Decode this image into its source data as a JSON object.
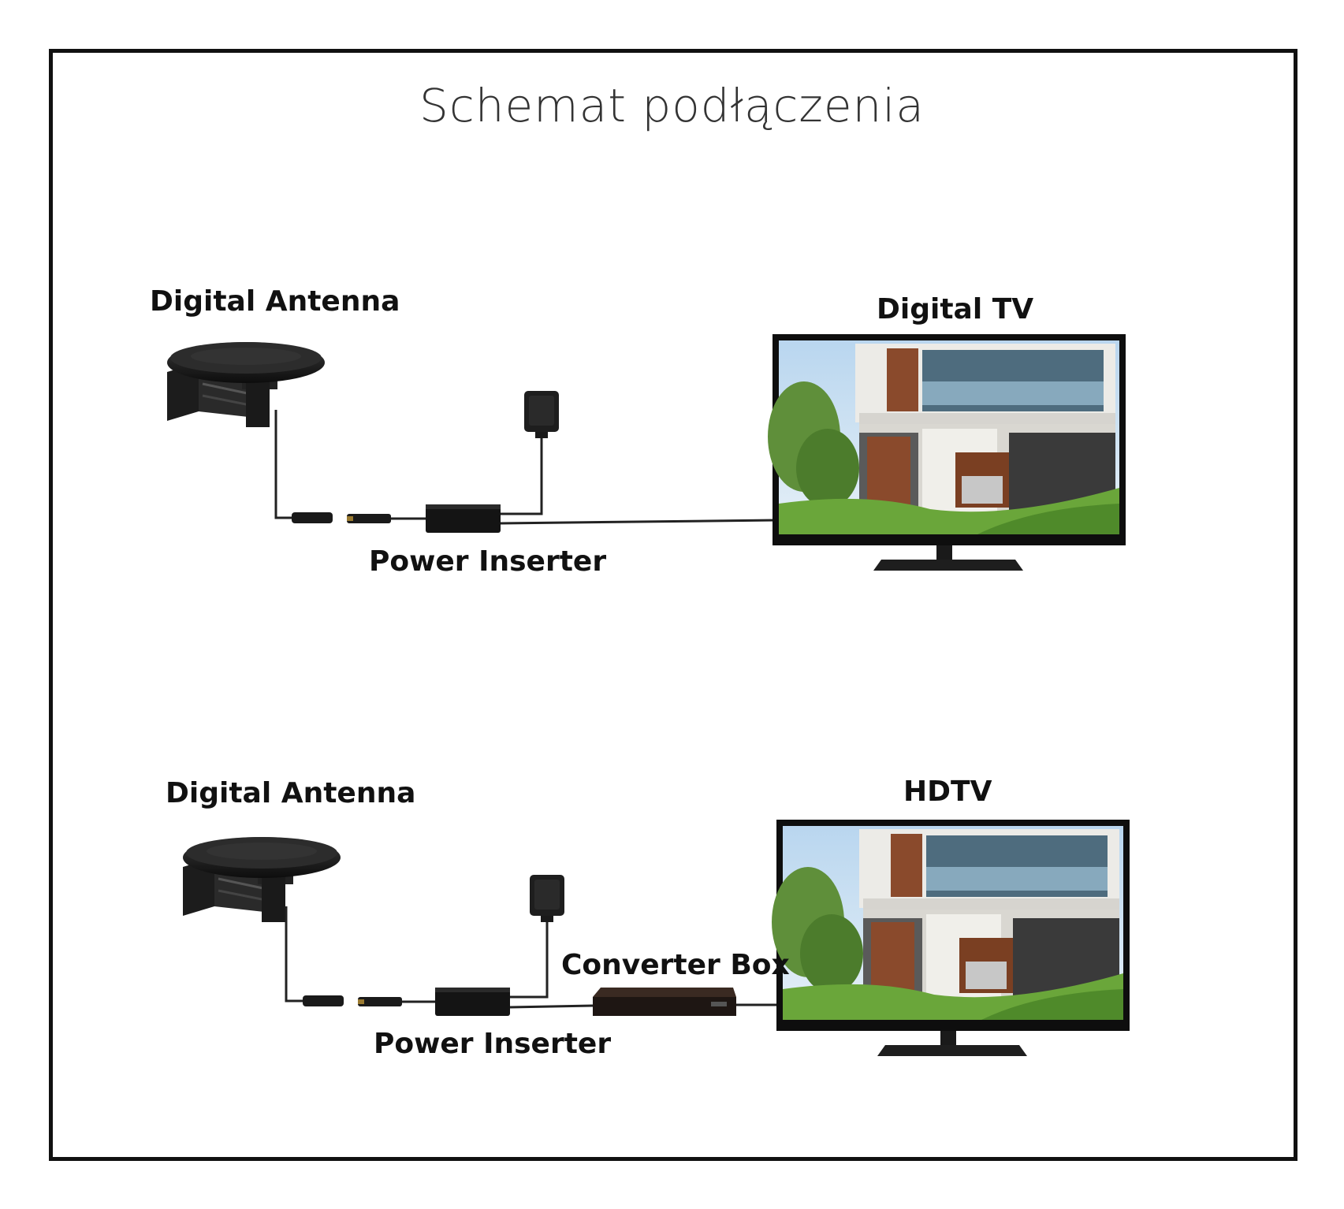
{
  "title": "Schemat podłączenia",
  "colors": {
    "frame": "#111111",
    "device": "#1a1a1a",
    "cable": "#222222",
    "sky": "#c9dff2",
    "wall": "#e9e9e6",
    "wood": "#8a4a2c",
    "grass": "#6aa63a"
  },
  "diagram_top": {
    "antenna_label": "Digital Antenna",
    "tv_label": "Digital TV",
    "inserter_label": "Power Inserter"
  },
  "diagram_bottom": {
    "antenna_label": "Digital Antenna",
    "tv_label": "HDTV",
    "converter_label": "Converter Box",
    "inserter_label": "Power Inserter"
  }
}
